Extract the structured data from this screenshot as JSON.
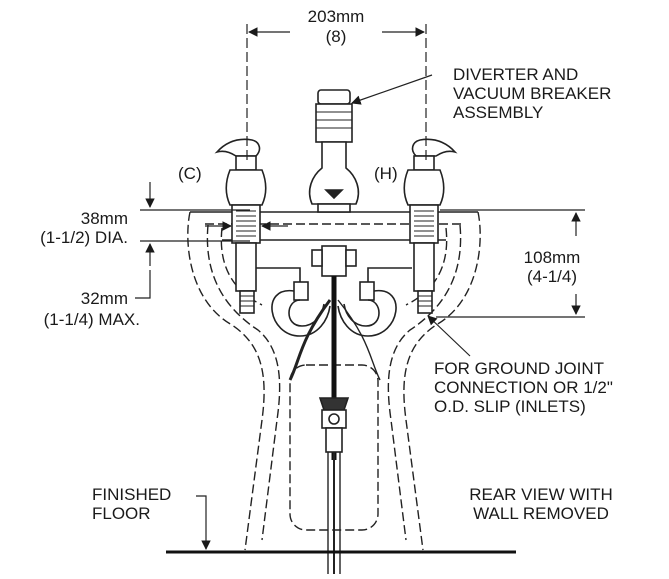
{
  "labels": {
    "top_width_mm": "203mm",
    "top_width_in": "(8)",
    "diverter_1": "DIVERTER AND",
    "diverter_2": "VACUUM BREAKER",
    "diverter_3": "ASSEMBLY",
    "cold": "(C)",
    "hot": "(H)",
    "dia_mm": "38mm",
    "dia_in": "(1-1/2) DIA.",
    "max_mm": "32mm",
    "max_in": "(1-1/4) MAX.",
    "height_mm": "108mm",
    "height_in": "(4-1/4)",
    "ground_1": "FOR GROUND JOINT",
    "ground_2": "CONNECTION OR 1/2\"",
    "ground_3": "O.D. SLIP (INLETS)",
    "floor_1": "FINISHED",
    "floor_2": "FLOOR",
    "rear_1": "REAR VIEW WITH",
    "rear_2": "WALL REMOVED"
  }
}
